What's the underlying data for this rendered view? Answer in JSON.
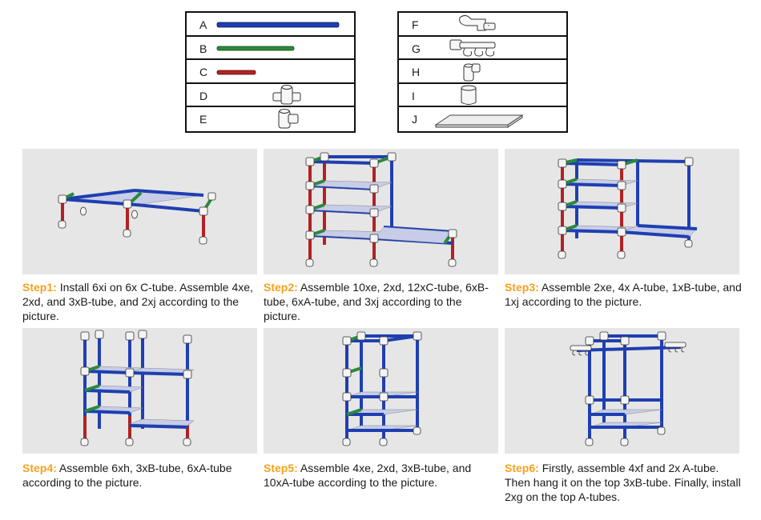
{
  "parts_left": [
    {
      "letter": "A",
      "icon": "long-blue-tube"
    },
    {
      "letter": "B",
      "icon": "medium-green-tube"
    },
    {
      "letter": "C",
      "icon": "short-red-tube"
    },
    {
      "letter": "D",
      "icon": "four-way-connector"
    },
    {
      "letter": "E",
      "icon": "three-way-connector"
    }
  ],
  "parts_right": [
    {
      "letter": "F",
      "icon": "hanger-clamp"
    },
    {
      "letter": "G",
      "icon": "hook-rack"
    },
    {
      "letter": "H",
      "icon": "elbow-connector"
    },
    {
      "letter": "I",
      "icon": "foot-cap"
    },
    {
      "letter": "J",
      "icon": "shelf-board"
    }
  ],
  "colors": {
    "A": "#1f3fb0",
    "B": "#2a8a3a",
    "C": "#b22222",
    "step_label": "#f4a21e",
    "panel_bg": "#e6e6e6"
  },
  "steps": [
    {
      "label": "Step1:",
      "text": "Install 6xi on 6x C-tube. Assemble 4xe, 2xd, and 3xB-tube, and 2xj according to the picture."
    },
    {
      "label": "Step2:",
      "text": "Assemble 10xe, 2xd, 12xC-tube, 6xB-tube, 6xA-tube, and 3xj according to the picture."
    },
    {
      "label": "Step3:",
      "text": "Assemble 2xe, 4x A-tube, 1xB-tube, and 1xj according to the picture."
    },
    {
      "label": "Step4:",
      "text": "Assemble 6xh, 3xB-tube, 6xA-tube according to the picture."
    },
    {
      "label": "Step5:",
      "text": "Assemble 4xe, 2xd, 3xB-tube, and 10xA-tube according to the picture."
    },
    {
      "label": "Step6:",
      "text": "Firstly, assemble 4xf and 2x A-tube. Then hang it on the top 3xB-tube. Finally, install 2xg on the top A-tubes."
    }
  ]
}
